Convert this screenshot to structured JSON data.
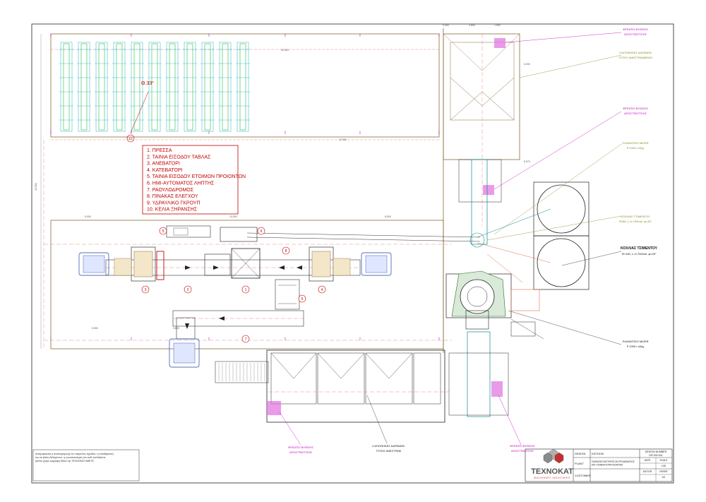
{
  "legend": {
    "items": [
      "1. ΠΡΕΣΣΑ",
      "2. ΤΑΙΝΙΑ ΕΙΣΟΔΟΥ ΤΑΒΛΑΣ",
      "3. ΑΝΕΒΑΤΟΡΙ",
      "4. ΚΑΤΕΒΑΤΟΡΙ",
      "5. ΤΑΙΝΙΑ ΕΙΣΟΔΟΥ ΕΤΟΙΜΩΝ ΠΡΟΙΟΝΤΩΝ",
      "6. ΗΜΙ-ΑΥΤΟΜΑΤΟΣ ΛΗΠΤΗΣ",
      "7. ΡΑΟΥΛΟΔΡΟΜΟΣ",
      "8. ΠΙΝΑΚΑΣ ΕΛΕΓΧΟΥ",
      "9. ΥΔΡΑΥΛΙΚΟ ΓΚΡΟΥΠ",
      "10. ΚΕΛΙΑ ΞΗΡΑΝΣΗΣ"
    ]
  },
  "drying_label": "Θ.33°",
  "callouts": {
    "hopper_top": [
      "ΦΡΕΑΤΙΟ ΒΥΘΙΣΗΣ",
      "ΑΠΟΣΤΡΑΓΓΙΣΗΣ"
    ],
    "aggregate_bins_right": [
      "3 ΑΠΟΘΗΚΕΣ ΑΔΡΑΝΩΝ",
      "ΤΥΠΟΥ ΑΝΕΣΤΡΑΜΜΕΝΟ"
    ],
    "hopper_mid": [
      "ΦΡΕΑΤΙΟ ΒΥΘΙΣΗΣ",
      "ΑΠΟΣΤΡΑΓΓΙΣΗΣ"
    ],
    "mixer_right": [
      "ΠΛΑΝΗΤΙΚΟ MIXER",
      "Ρ 1000 t οδηγ"
    ],
    "screw": [
      "ΚΟΧΛΙΑΣ ΤΣΙΜΕΝΤΟΥ",
      "Φ168, L=4.700mm, φ=45°"
    ],
    "cement_screw_title": [
      "ΚΟΧΛΙΑΣ ΤΣΙΜΕΝΤΟΥ",
      "Φ=160, L=4.700mm, φ=45°"
    ],
    "mixer_bottom": [
      "ΠΛΑΝΗΤΙΚΟ MIXER",
      "Ρ 1000 t οδηγ"
    ],
    "bottom_left_well": [
      "ΦΡΕΑΤΙΟ ΒΥΘΙΣΗΣ",
      "ΑΠΟΣΤΡΑΓΓΙΣΗΣ"
    ],
    "bottom_bins": [
      "4 ΑΠΟΘΗΚΕΣ ΑΔΡΑΝΩΝ",
      "ΤΥΠΟΣ ΑΝΕΣΤΡΑΜ"
    ],
    "bottom_right_well": [
      "ΦΡΕΑΤΙΟ ΒΥΘΙΣΗΣ",
      "ΑΠΟΣΤΡΑΓΓΙΣΗΣ"
    ]
  },
  "numbers": [
    "1",
    "2",
    "3",
    "4",
    "5",
    "6",
    "7",
    "8",
    "9",
    "10"
  ],
  "dimensions": {
    "top_total": "30.000",
    "mid_total": "12.000",
    "left_height": "22.000",
    "press_len": "13.000",
    "left_seg": "9.000",
    "right_seg": "8.000",
    "bottom_left": "5.500",
    "top_seg_a": "0.900",
    "top_seg_b": "2.800",
    "top_seg_c": "1.900",
    "side_a": "6.000",
    "side_b": "8.070",
    "small": "0.800"
  },
  "notice": "Απαγορεύεται η αναπαραγωγή του παρόντος σχεδίου, η αποθήκευσή του σε βάση δεδομένων, η γνωστοποίησή του καθ' οιονδήποτε τρόπο χωρίς έγγραφη άδεια της ΤΕΧΝΟΚΑΤ ΑΒΕΤΕ",
  "title_block": {
    "logo_text": "ΤΕΧΝΟΚΑΤ",
    "logo_sub": "MACHINERY INDUSTRIES",
    "design_label": "DESIGN",
    "design_value": "ΚΑΤΣΙΗΝ",
    "plant_label": "PLANT",
    "plant_value": "ΠΑΡΑΣΚΕΥΑΣΤΗΡΙΟ ΣΚΥΡΟΔΕΜΑΤΟΣ ΚΑΙ ΤΣΙΜΕΝΤΟΠΡΟΙΟΝΤΩΝ",
    "customer_label": "CUSTOMER",
    "customer_value": "",
    "design_number_label": "DESIGN NUMBER",
    "design_number_value": "GR 000.001",
    "date_label": "DATE",
    "scale_label": "SCALE",
    "scale_value": "1:50",
    "editor_label": "EDITOR",
    "paper_label": "PAPER",
    "paper_value": "A3"
  }
}
